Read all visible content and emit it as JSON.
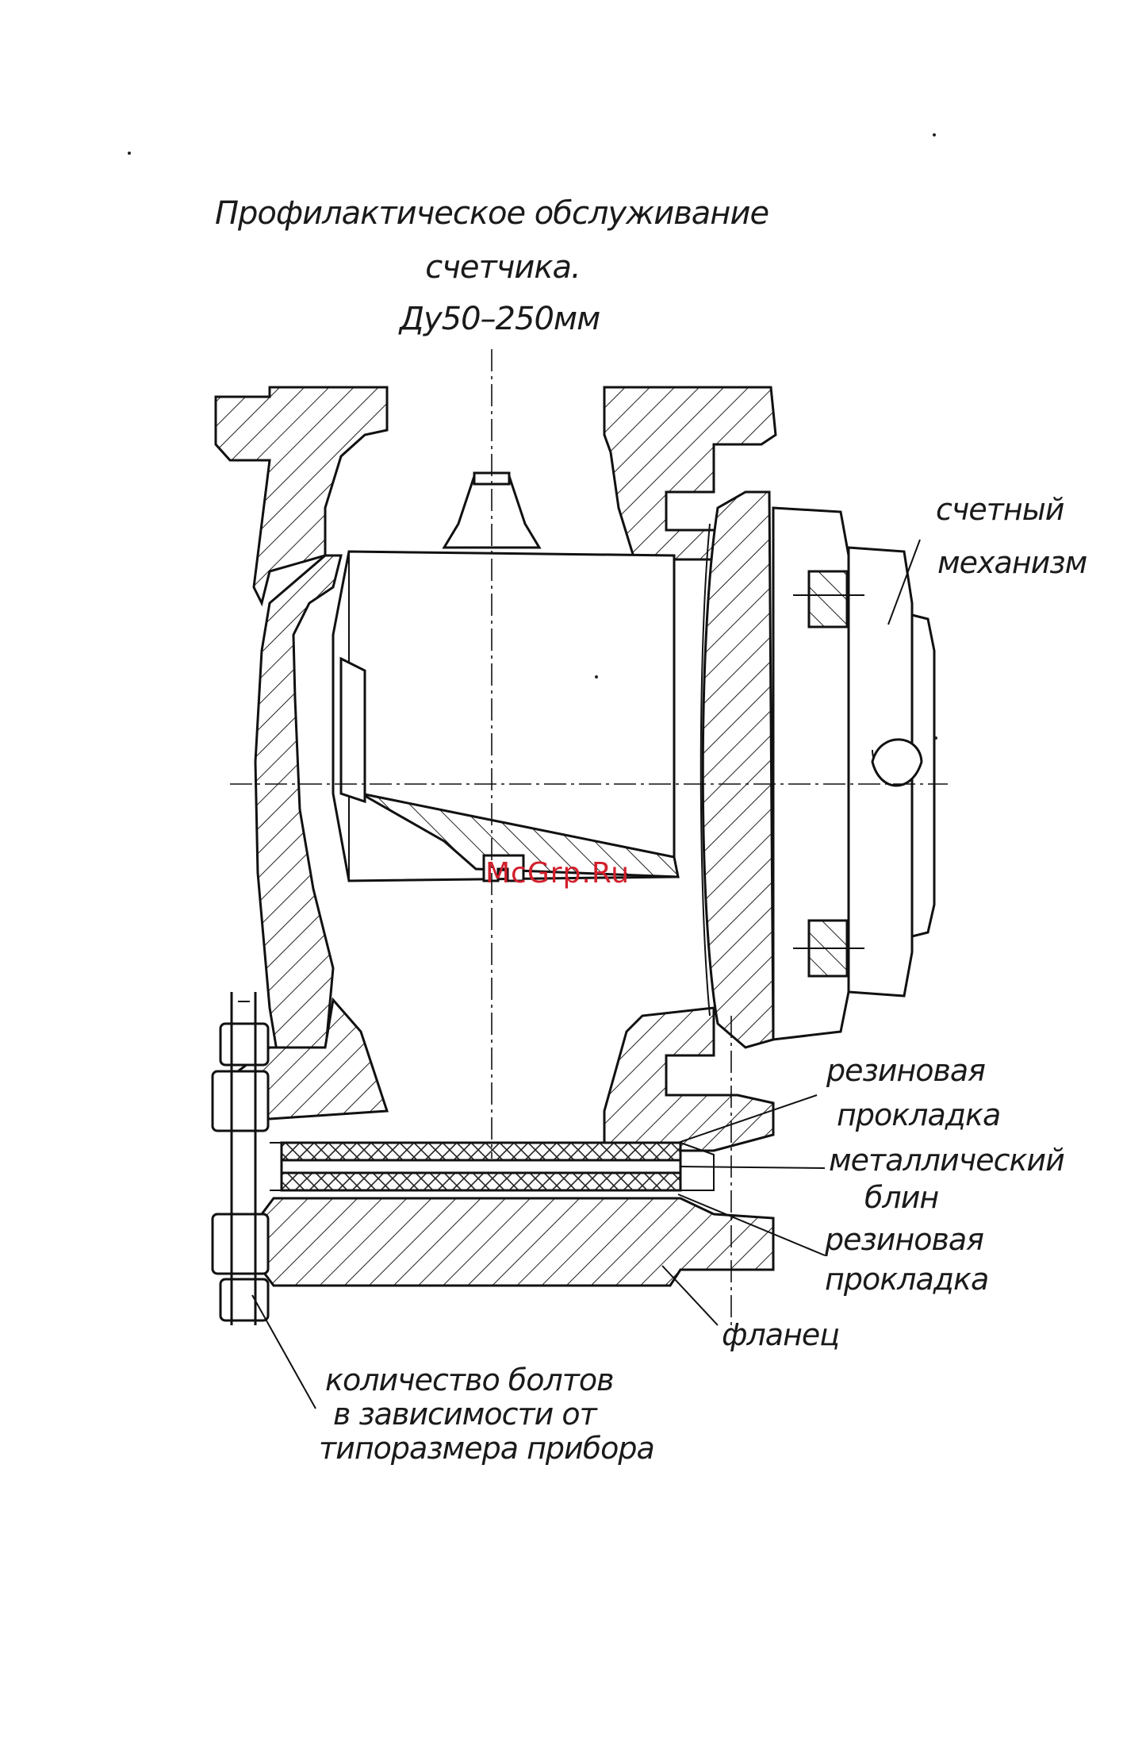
{
  "title": {
    "line1": "Профилактическое обслуживание",
    "line2": "счетчика.",
    "line3": "Ду50–250мм"
  },
  "labels": {
    "counting_mechanism_1": "счетный",
    "counting_mechanism_2": "механизм",
    "rubber_gasket_top_1": "резиновая",
    "rubber_gasket_top_2": "прокладка",
    "metal_blank_1": "металлический",
    "metal_blank_2": "блин",
    "rubber_gasket_bottom_1": "резиновая",
    "rubber_gasket_bottom_2": "прокладка",
    "flange": "фланец",
    "bolts_1": "количество болтов",
    "bolts_2": "в зависимости от",
    "bolts_3": "типоразмера прибора"
  },
  "watermark": "McGrp.Ru",
  "colors": {
    "ink": "#111111",
    "watermark": "#d21f2b",
    "paper": "#ffffff"
  }
}
